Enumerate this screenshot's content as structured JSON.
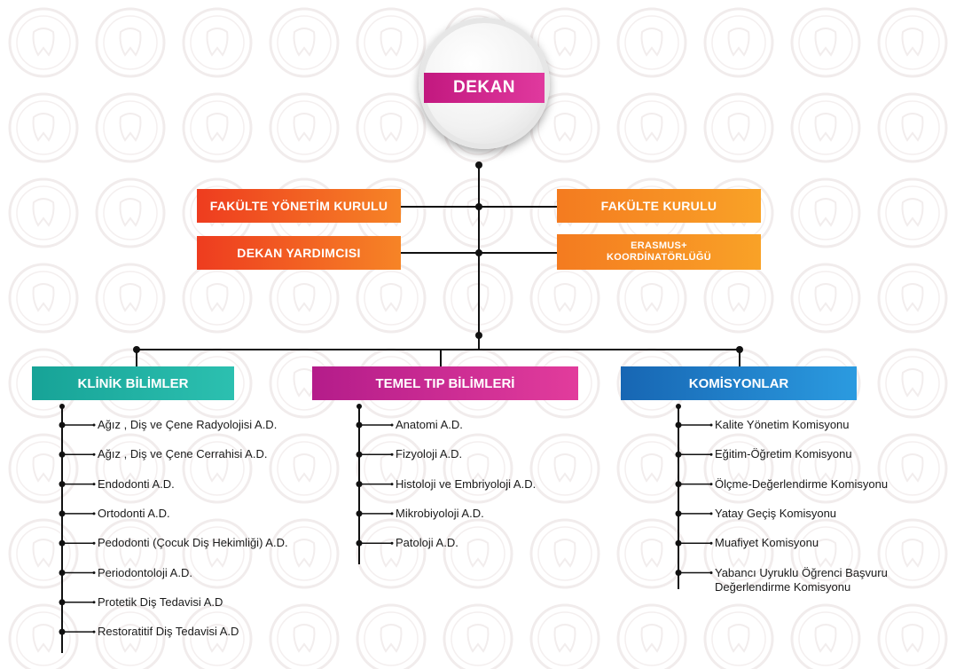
{
  "dekan": "DEKAN",
  "top_left": [
    "FAKÜLTE YÖNETİM KURULU",
    "DEKAN YARDIMCISI"
  ],
  "top_right": [
    "FAKÜLTE KURULU",
    "ERASMUS+\nKOORDİNATÖRLÜĞÜ"
  ],
  "categories": {
    "klinik": {
      "title": "KLİNİK BİLİMLER",
      "items": [
        "Ağız , Diş ve Çene Radyolojisi A.D.",
        "Ağız , Diş ve Çene Cerrahisi A.D.",
        "Endodonti A.D.",
        "Ortodonti A.D.",
        "Pedodonti (Çocuk Diş Hekimliği) A.D.",
        "Periodontoloji A.D.",
        "Protetik Diş Tedavisi A.D",
        "Restoratitif Diş Tedavisi A.D"
      ]
    },
    "temel": {
      "title": "TEMEL TIP BİLİMLERİ",
      "items": [
        "Anatomi A.D.",
        "Fizyoloji A.D.",
        "Histoloji ve Embriyoloji A.D.",
        "Mikrobiyoloji A.D.",
        "Patoloji A.D."
      ]
    },
    "komisyon": {
      "title": "KOMİSYONLAR",
      "items": [
        "Kalite Yönetim Komisyonu",
        "Eğitim-Öğretim Komisyonu",
        "Ölçme-Değerlendirme Komisyonu",
        "Yatay Geçiş Komisyonu",
        "Muafiyet Komisyonu",
        "Yabancı Uyruklu Öğrenci Başvuru Değerlendirme Komisyonu"
      ]
    }
  },
  "colors": {
    "dekan": "#c2187f",
    "orange": "#ee3c1f",
    "klinik": "#17a397",
    "temel": "#b41c8a",
    "komisyon": "#1766b3",
    "line": "#111111"
  }
}
